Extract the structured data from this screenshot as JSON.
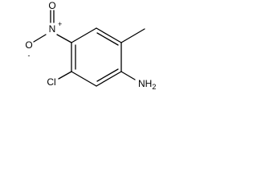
{
  "molecule": {
    "line_color": "#000000",
    "background": "#ffffff",
    "atoms": {
      "oxygen_top": "O",
      "oxygen_left": "O",
      "nitrogen": "N",
      "nitro_n_charge": "+",
      "oxygen_left_charge": "-",
      "chlorine": "Cl",
      "amine": "NH"
    },
    "amine_subscript": "2"
  }
}
